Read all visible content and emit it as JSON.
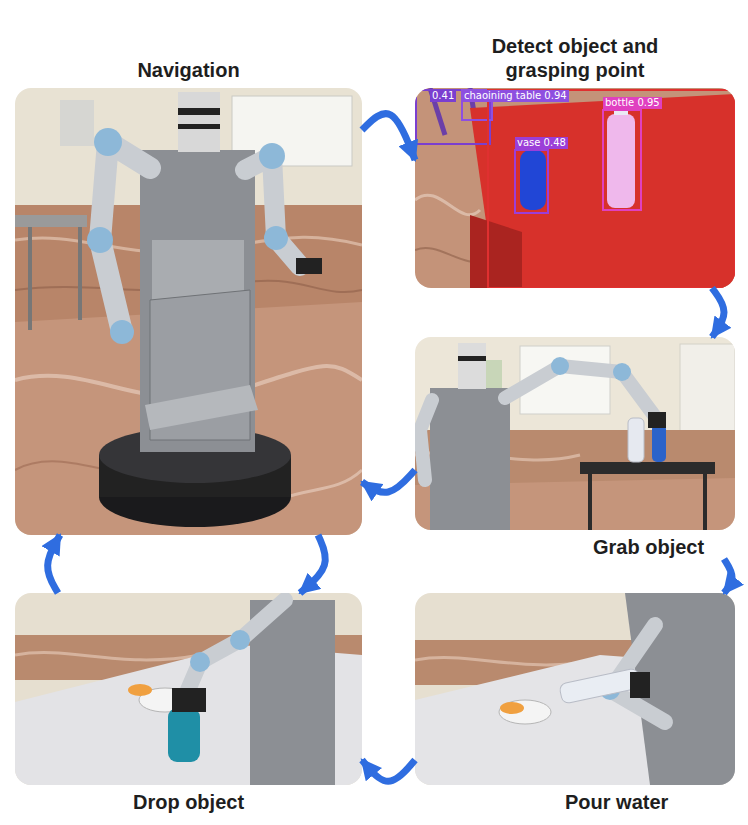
{
  "diagram": {
    "nodes": [
      {
        "text": [
          "Navigation"
        ]
      },
      {
        "text": [
          "Detect object and grasping point"
        ]
      },
      {
        "text": [
          "Grab object"
        ]
      },
      {
        "text": [
          "Pour water"
        ]
      },
      {
        "text": [
          "Drop object"
        ]
      }
    ],
    "edges": [
      {
        "from": 0,
        "to": 1,
        "arrow": "to"
      },
      {
        "from": 1,
        "to": 2,
        "arrow": "to"
      },
      {
        "from": 2,
        "to": 0,
        "arrow": "to"
      },
      {
        "from": 0,
        "to": 4,
        "arrow": "to"
      },
      {
        "from": 2,
        "to": 3,
        "arrow": "to"
      },
      {
        "from": 3,
        "to": 4,
        "arrow": "to"
      },
      {
        "from": 4,
        "to": 0,
        "arrow": "to"
      }
    ],
    "labels": [
      "0.41",
      "chaoining table 0.94",
      "vase 0.48",
      "bottle 0.95"
    ]
  }
}
